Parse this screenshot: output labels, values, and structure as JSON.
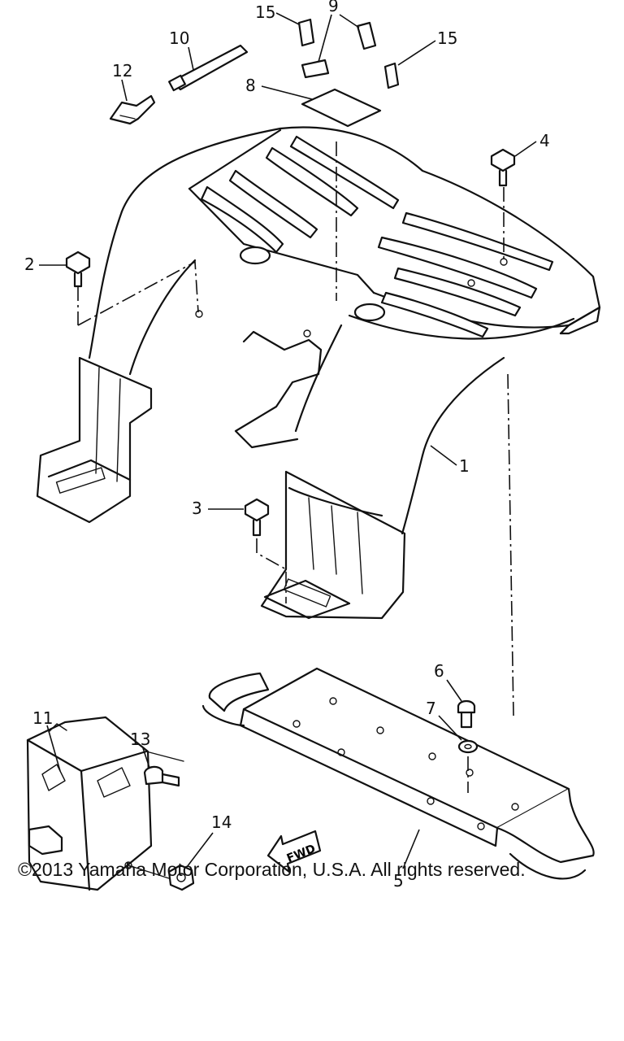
{
  "callouts": {
    "c1": "1",
    "c2": "2",
    "c3": "3",
    "c4": "4",
    "c5": "5",
    "c6": "6",
    "c7": "7",
    "c8": "8",
    "c9": "9",
    "c10": "10",
    "c11": "11",
    "c12": "12",
    "c13": "13",
    "c14": "14",
    "c15a": "15",
    "c15b": "15"
  },
  "direction_label": "FWD",
  "copyright": "©2013 Yamaha Motor Corporation, U.S.A. All rights reserved."
}
